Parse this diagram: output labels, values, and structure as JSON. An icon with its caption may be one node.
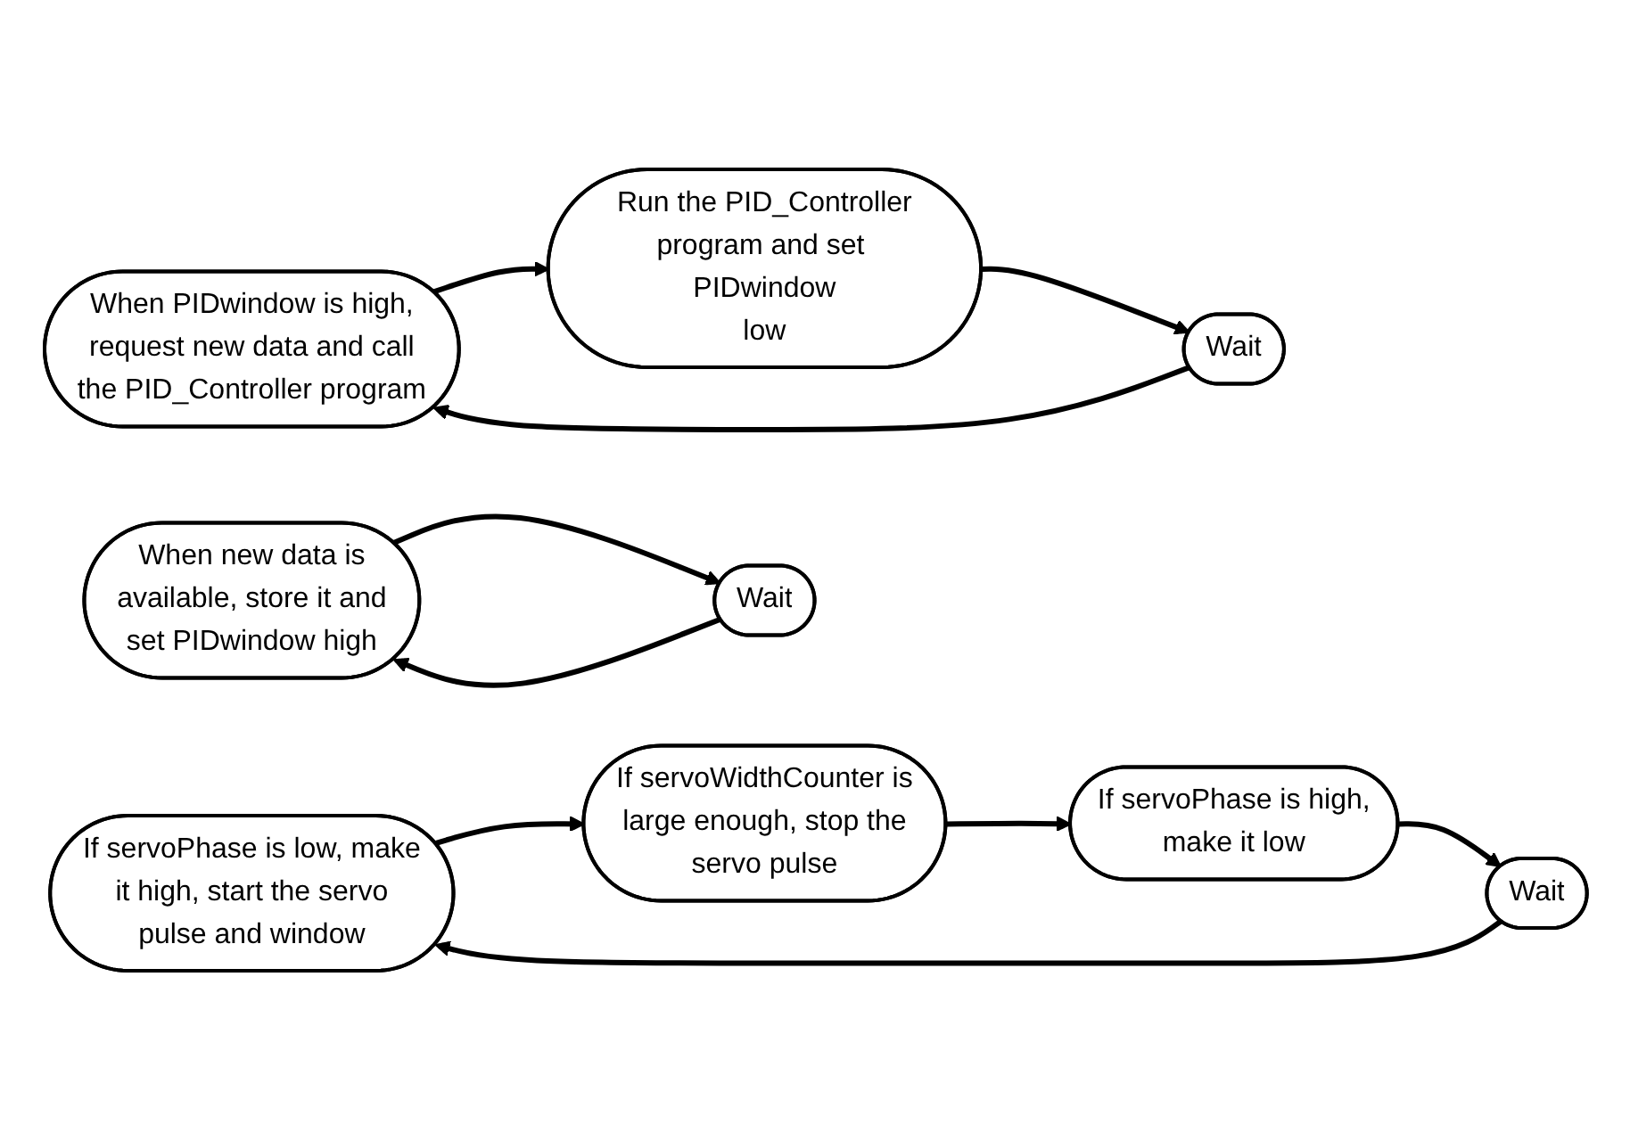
{
  "diagram": {
    "nodes": [
      {
        "text": [
          "When PIDwindow is high, request new data and call the PID_Controller program"
        ]
      },
      {
        "text": [
          "Run the PID_Controller program and set PIDwindow low"
        ]
      },
      {
        "text": [
          "Wait"
        ]
      },
      {
        "text": [
          "If servoPhase is low, make it high, start the servo pulse and window"
        ]
      },
      {
        "text": [
          "If servoWidthCounter is large enough, stop the servo pulse"
        ]
      },
      {
        "text": [
          "If servoPhase is high, make it low"
        ]
      },
      {
        "text": [
          "Wait"
        ]
      },
      {
        "text": [
          "When new data is available, store it and set PIDwindow high"
        ]
      },
      {
        "text": [
          "Wait"
        ]
      }
    ],
    "edges": [
      {
        "from": 0,
        "to": 1,
        "arrow": "to"
      },
      {
        "from": 1,
        "to": 2,
        "arrow": "to"
      },
      {
        "from": 2,
        "to": 0,
        "arrow": "to"
      },
      {
        "from": 3,
        "to": 4,
        "arrow": "to"
      },
      {
        "from": 4,
        "to": 5,
        "arrow": "to"
      },
      {
        "from": 5,
        "to": 6,
        "arrow": "to"
      },
      {
        "from": 6,
        "to": 3,
        "arrow": "to"
      },
      {
        "from": 7,
        "to": 8,
        "arrow": "to"
      },
      {
        "from": 8,
        "to": 7,
        "arrow": "to"
      }
    ]
  }
}
